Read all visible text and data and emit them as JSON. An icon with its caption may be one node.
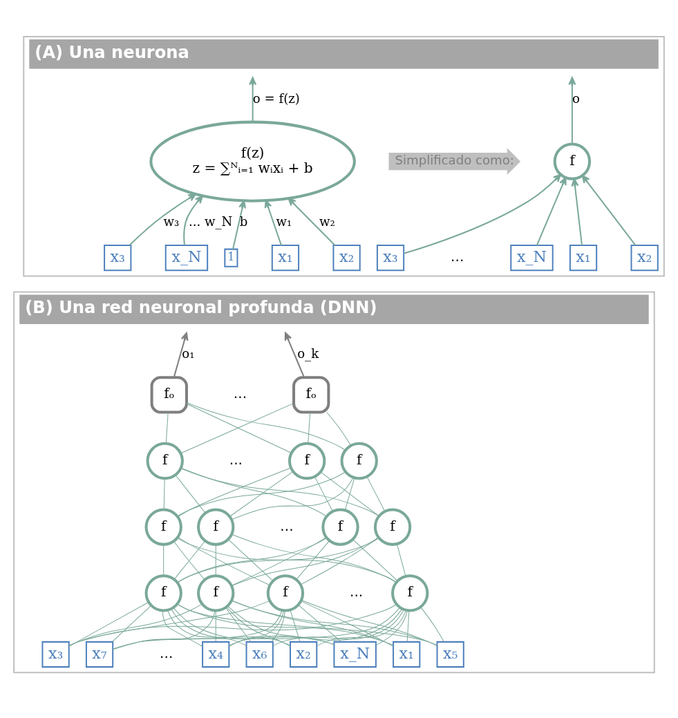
{
  "diagram": {
    "nodes": [
      {
        "text": [
          "(A) Una neurona"
        ]
      },
      {
        "text": [
          "1"
        ],
        "in": 0
      },
      {
        "text": [
          "f(z)",
          "z = ∑ᴺᵢ₌₁ wᵢxᵢ + b"
        ],
        "in": 0
      },
      {
        "text": [
          "x₁"
        ],
        "in": 0
      },
      {
        "text": [
          "x₂"
        ],
        "in": 0
      },
      {
        "text": [
          "x₃"
        ],
        "in": 0
      },
      {
        "text": [
          "x_N"
        ],
        "in": 0
      },
      {
        "text": [
          "f"
        ],
        "in": 0
      },
      {
        "text": [
          "x₁"
        ],
        "in": 0
      },
      {
        "text": [
          "x₂"
        ],
        "in": 0
      },
      {
        "text": [
          "x₃"
        ],
        "in": 0
      },
      {
        "text": [
          "x_N"
        ],
        "in": 0
      },
      {
        "text": [
          "Simplificado como:"
        ],
        "in": 0
      },
      {
        "text": [
          "(B) Una red neuronal profunda (DNN)"
        ]
      },
      {
        "text": [
          "fₒ"
        ],
        "in": 13
      },
      {
        "text": [
          "fₒ"
        ],
        "in": 13
      },
      {
        "text": [
          "f"
        ],
        "in": 13
      },
      {
        "text": [
          "f"
        ],
        "in": 13
      },
      {
        "text": [
          "f"
        ],
        "in": 13
      },
      {
        "text": [
          "f"
        ],
        "in": 13
      },
      {
        "text": [
          "f"
        ],
        "in": 13
      },
      {
        "text": [
          "f"
        ],
        "in": 13
      },
      {
        "text": [
          "f"
        ],
        "in": 13
      },
      {
        "text": [
          "f"
        ],
        "in": 13
      },
      {
        "text": [
          "f"
        ],
        "in": 13
      },
      {
        "text": [
          "f"
        ],
        "in": 13
      },
      {
        "text": [
          "f"
        ],
        "in": 13
      },
      {
        "text": [
          "x₁"
        ],
        "in": 13
      },
      {
        "text": [
          "x₂"
        ],
        "in": 13
      },
      {
        "text": [
          "x₃"
        ],
        "in": 13
      },
      {
        "text": [
          "x₄"
        ],
        "in": 13
      },
      {
        "text": [
          "x₅"
        ],
        "in": 13
      },
      {
        "text": [
          "x₆"
        ],
        "in": 13
      },
      {
        "text": [
          "x₇"
        ],
        "in": 13
      },
      {
        "text": [
          "x_N"
        ],
        "in": 13
      }
    ],
    "edges": [
      {
        "from": 2,
        "to": null,
        "arrow": "to",
        "label": "o = f(z)"
      },
      {
        "from": 1,
        "to": 2,
        "arrow": "to",
        "label": "b"
      },
      {
        "from": 3,
        "to": 2,
        "arrow": "to",
        "label": "w₁"
      },
      {
        "from": 4,
        "to": 2,
        "arrow": "to",
        "label": "w₂"
      },
      {
        "from": 5,
        "to": 2,
        "arrow": "to",
        "label": "w₃"
      },
      {
        "from": 6,
        "to": 2,
        "arrow": "to",
        "label": "... w_N"
      },
      {
        "from": 7,
        "to": null,
        "arrow": "to",
        "label": "o"
      },
      {
        "from": 8,
        "to": 7,
        "arrow": "to"
      },
      {
        "from": 9,
        "to": 7,
        "arrow": "to"
      },
      {
        "from": 10,
        "to": 7,
        "arrow": "to"
      },
      {
        "from": 11,
        "to": 7,
        "arrow": "to"
      },
      {
        "from": 14,
        "to": null,
        "arrow": "to",
        "label": "o₁",
        "color": "#7f7f7f"
      },
      {
        "from": 15,
        "to": null,
        "arrow": "to",
        "label": "o_k",
        "color": "#7f7f7f"
      },
      {
        "from": 16,
        "to": 14,
        "arrow": "none"
      },
      {
        "from": 16,
        "to": 15,
        "arrow": "none"
      },
      {
        "from": 17,
        "to": 14,
        "arrow": "none"
      },
      {
        "from": 17,
        "to": 15,
        "arrow": "none"
      },
      {
        "from": 18,
        "to": 14,
        "arrow": "none"
      },
      {
        "from": 18,
        "to": 15,
        "arrow": "none"
      },
      {
        "from": 19,
        "to": 16,
        "arrow": "none"
      },
      {
        "from": 19,
        "to": 17,
        "arrow": "none"
      },
      {
        "from": 19,
        "to": 18,
        "arrow": "none"
      },
      {
        "from": 20,
        "to": 16,
        "arrow": "none"
      },
      {
        "from": 20,
        "to": 17,
        "arrow": "none"
      },
      {
        "from": 20,
        "to": 18,
        "arrow": "none"
      },
      {
        "from": 21,
        "to": 16,
        "arrow": "none"
      },
      {
        "from": 21,
        "to": 17,
        "arrow": "none"
      },
      {
        "from": 21,
        "to": 18,
        "arrow": "none"
      },
      {
        "from": 22,
        "to": 16,
        "arrow": "none"
      },
      {
        "from": 22,
        "to": 17,
        "arrow": "none"
      },
      {
        "from": 22,
        "to": 18,
        "arrow": "none"
      },
      {
        "from": 23,
        "to": 19,
        "arrow": "none"
      },
      {
        "from": 23,
        "to": 20,
        "arrow": "none"
      },
      {
        "from": 23,
        "to": 21,
        "arrow": "none"
      },
      {
        "from": 23,
        "to": 22,
        "arrow": "none"
      },
      {
        "from": 24,
        "to": 19,
        "arrow": "none"
      },
      {
        "from": 24,
        "to": 20,
        "arrow": "none"
      },
      {
        "from": 24,
        "to": 21,
        "arrow": "none"
      },
      {
        "from": 24,
        "to": 22,
        "arrow": "none"
      },
      {
        "from": 25,
        "to": 19,
        "arrow": "none"
      },
      {
        "from": 25,
        "to": 20,
        "arrow": "none"
      },
      {
        "from": 25,
        "to": 21,
        "arrow": "none"
      },
      {
        "from": 25,
        "to": 22,
        "arrow": "none"
      },
      {
        "from": 26,
        "to": 19,
        "arrow": "none"
      },
      {
        "from": 26,
        "to": 20,
        "arrow": "none"
      },
      {
        "from": 26,
        "to": 21,
        "arrow": "none"
      },
      {
        "from": 26,
        "to": 22,
        "arrow": "none"
      },
      {
        "from": 27,
        "to": 23,
        "arrow": "none"
      },
      {
        "from": 27,
        "to": 24,
        "arrow": "none"
      },
      {
        "from": 27,
        "to": 25,
        "arrow": "none"
      },
      {
        "from": 27,
        "to": 26,
        "arrow": "none"
      },
      {
        "from": 28,
        "to": 23,
        "arrow": "none"
      },
      {
        "from": 28,
        "to": 24,
        "arrow": "none"
      },
      {
        "from": 28,
        "to": 25,
        "arrow": "none"
      },
      {
        "from": 28,
        "to": 26,
        "arrow": "none"
      },
      {
        "from": 29,
        "to": 23,
        "arrow": "none"
      },
      {
        "from": 29,
        "to": 24,
        "arrow": "none"
      },
      {
        "from": 29,
        "to": 25,
        "arrow": "none"
      },
      {
        "from": 29,
        "to": 26,
        "arrow": "none"
      },
      {
        "from": 30,
        "to": 23,
        "arrow": "none"
      },
      {
        "from": 30,
        "to": 24,
        "arrow": "none"
      },
      {
        "from": 30,
        "to": 25,
        "arrow": "none"
      },
      {
        "from": 30,
        "to": 26,
        "arrow": "none"
      },
      {
        "from": 31,
        "to": 23,
        "arrow": "none"
      },
      {
        "from": 31,
        "to": 24,
        "arrow": "none"
      },
      {
        "from": 31,
        "to": 25,
        "arrow": "none"
      },
      {
        "from": 31,
        "to": 26,
        "arrow": "none"
      },
      {
        "from": 32,
        "to": 23,
        "arrow": "none"
      },
      {
        "from": 32,
        "to": 24,
        "arrow": "none"
      },
      {
        "from": 32,
        "to": 25,
        "arrow": "none"
      },
      {
        "from": 32,
        "to": 26,
        "arrow": "none"
      },
      {
        "from": 33,
        "to": 23,
        "arrow": "none"
      },
      {
        "from": 33,
        "to": 24,
        "arrow": "none"
      },
      {
        "from": 33,
        "to": 25,
        "arrow": "none"
      },
      {
        "from": 33,
        "to": 26,
        "arrow": "none"
      },
      {
        "from": 34,
        "to": 23,
        "arrow": "none"
      },
      {
        "from": 34,
        "to": 24,
        "arrow": "none"
      },
      {
        "from": 34,
        "to": 25,
        "arrow": "none"
      },
      {
        "from": 34,
        "to": 26,
        "arrow": "none"
      }
    ],
    "labels": [
      "...",
      "...",
      "...",
      "...",
      "...",
      "..."
    ]
  }
}
